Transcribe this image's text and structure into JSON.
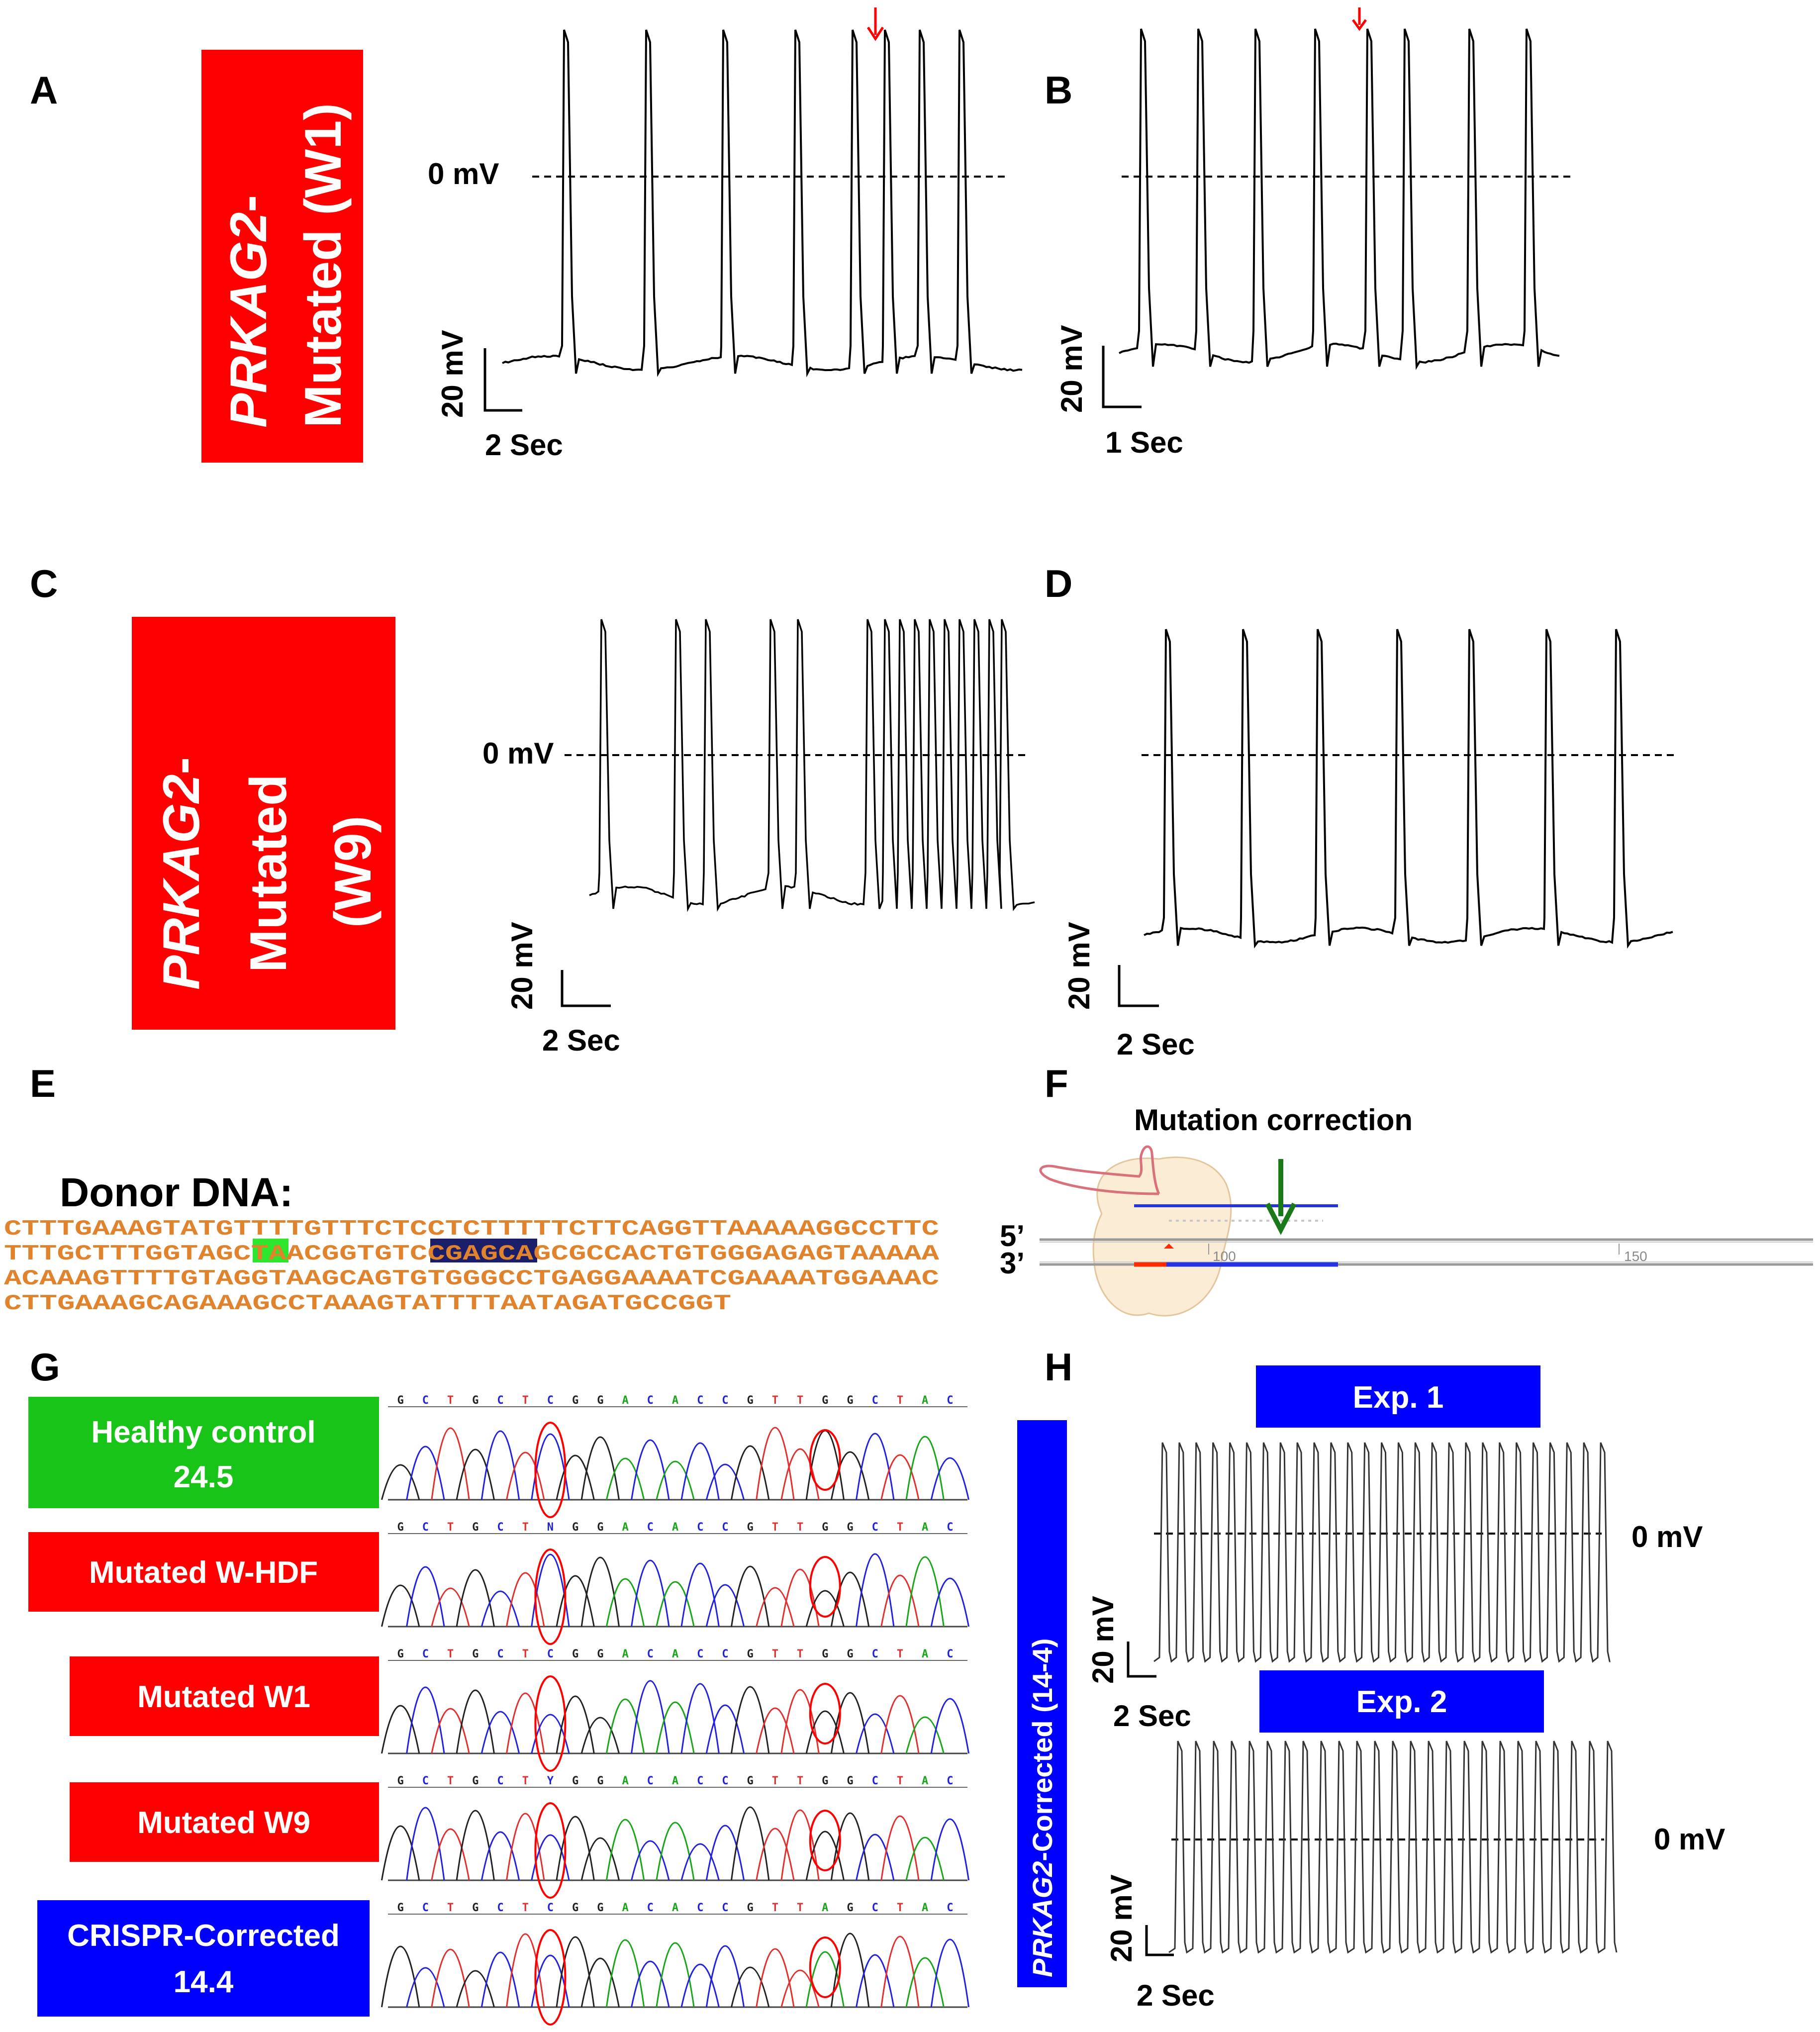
{
  "panels": {
    "A": {
      "label": "A",
      "side_label": "PRKAG2-Mutated (W1)",
      "side_label_italic": "PRKAG2",
      "side_label_rest": "-",
      "side_label_line2": "Mutated (W1)",
      "zero_label": "0 mV",
      "scale_v": "20 mV",
      "scale_t": "2 Sec"
    },
    "B": {
      "label": "B",
      "scale_v": "20 mV",
      "scale_t": "1 Sec"
    },
    "C": {
      "label": "C",
      "side_label_italic": "PRKAG2",
      "side_label_line1_rest": "-",
      "side_label_line2": "Mutated",
      "side_label_line3": "(W9)",
      "zero_label": "0 mV",
      "scale_v": "20 mV",
      "scale_t": "2 Sec"
    },
    "D": {
      "label": "D",
      "scale_v": "20 mV",
      "scale_t": "2 Sec"
    },
    "E": {
      "label": "E",
      "title": "Donor DNA:",
      "lines": [
        "CTTTGAAAGTATGTTTTGTTTCTCCTCTTTTTCTTCAGGTTAAAAAGGCCTTC",
        "TTTGCTTTGGTAGCTAACGGTGTCCGAGCAGCGCCACTGTGGGAGAGTAAAAA",
        "ACAAAGTTTTGTAGGTAAGCAGTGTGGGCCTGAGGAAAATCGAAAATGGAAAC",
        "CTTGAAAGCAGAAAGCCTAAAGTATTTTAATAGATGCCGGT"
      ]
    },
    "F": {
      "label": "F",
      "title": "Mutation correction",
      "five_prime": "5’",
      "three_prime": "3’",
      "tick_100": "100",
      "tick_150": "150"
    },
    "G": {
      "label": "G",
      "samples": [
        {
          "name": "Healthy control",
          "id": "24.5",
          "color": "#19c419"
        },
        {
          "name": "Mutated W-HDF",
          "id": "",
          "color": "#ff0000"
        },
        {
          "name": "Mutated W1",
          "id": "",
          "color": "#ff0000"
        },
        {
          "name": "Mutated W9",
          "id": "",
          "color": "#ff0000"
        },
        {
          "name": "CRISPR-Corrected",
          "id": "14.4",
          "color": "#0000ff"
        }
      ],
      "top_bases": [
        "G",
        "C",
        "T",
        "G",
        "C",
        "T",
        "C",
        "G",
        "G",
        "A",
        "C",
        "A",
        "C",
        "C",
        "G",
        "T",
        "T",
        "G",
        "G",
        "C",
        "T",
        "A",
        "C"
      ]
    },
    "H": {
      "label": "H",
      "side_label_italic": "PRKAG2",
      "side_label_rest": "-Corrected (14-4)",
      "exp1": "Exp. 1",
      "exp2": "Exp. 2",
      "zero_label_1": "0 mV",
      "zero_label_2": "0 mV",
      "scale_v_1": "20 mV",
      "scale_t_1": "2 Sec",
      "scale_v_2": "20 mV",
      "scale_t_2": "2 Sec"
    }
  },
  "colors": {
    "red_box": "#ff0000",
    "blue_box": "#0000ff",
    "green_box": "#19c419",
    "seq_orange": "#e0832c",
    "arrow_red": "#ff0000",
    "arrow_green": "#1a7a1a"
  }
}
